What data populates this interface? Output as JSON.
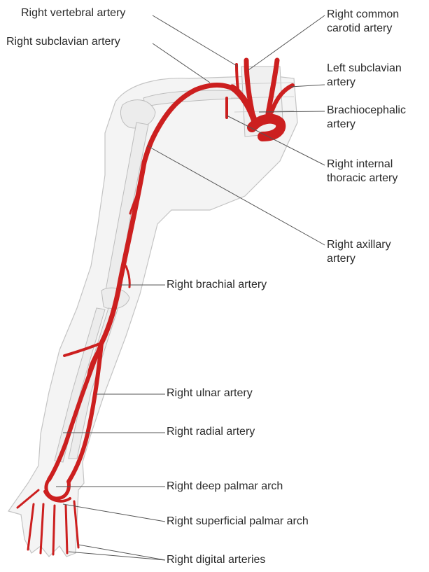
{
  "labels": {
    "right_vertebral_artery": "Right vertebral artery",
    "right_subclavian_artery": "Right subclavian artery",
    "right_common_carotid_line1": "Right common",
    "right_common_carotid_line2": "carotid artery",
    "left_subclavian_line1": "Left subclavian",
    "left_subclavian_line2": "artery",
    "brachiocephalic_line1": "Brachiocephalic",
    "brachiocephalic_line2": "artery",
    "right_internal_thoracic_line1": "Right internal",
    "right_internal_thoracic_line2": "thoracic artery",
    "right_axillary_line1": "Right axillary",
    "right_axillary_line2": "artery",
    "right_brachial_artery": "Right brachial artery",
    "right_ulnar_artery": "Right ulnar artery",
    "right_radial_artery": "Right radial artery",
    "right_deep_palmar_arch": "Right deep palmar arch",
    "right_superficial_palmar_arch": "Right superficial palmar arch",
    "right_digital_arteries": "Right digital arteries"
  },
  "colors": {
    "artery": "#cc1f1f",
    "bone": "#ececec",
    "outline": "#b8b8b8",
    "leader": "#555555",
    "text": "#2b2b2b"
  }
}
